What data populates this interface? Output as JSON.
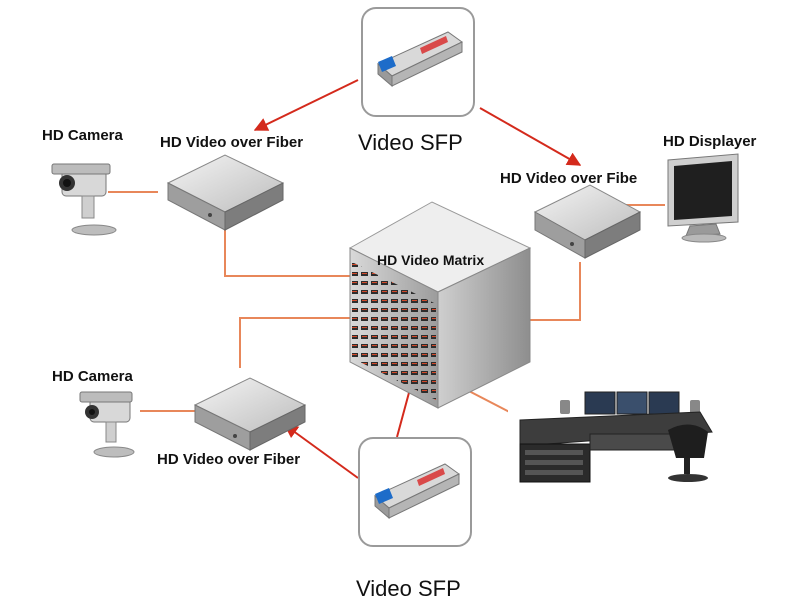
{
  "labels": {
    "camera_top": "HD Camera",
    "camera_bottom": "HD Camera",
    "fiber_top_left": "HD Video over Fiber",
    "fiber_right": "HD Video over Fibe",
    "fiber_bottom_left": "HD Video over Fiber",
    "matrix": "HD Video Matrix",
    "displayer": "HD Displayer",
    "sfp_top": "Video SFP",
    "sfp_bottom": "Video SFP"
  },
  "colors": {
    "cable": "#e8875a",
    "arrow": "#d42a1c",
    "device_light": "#e6e6e6",
    "device_dark": "#8a8a8a"
  }
}
